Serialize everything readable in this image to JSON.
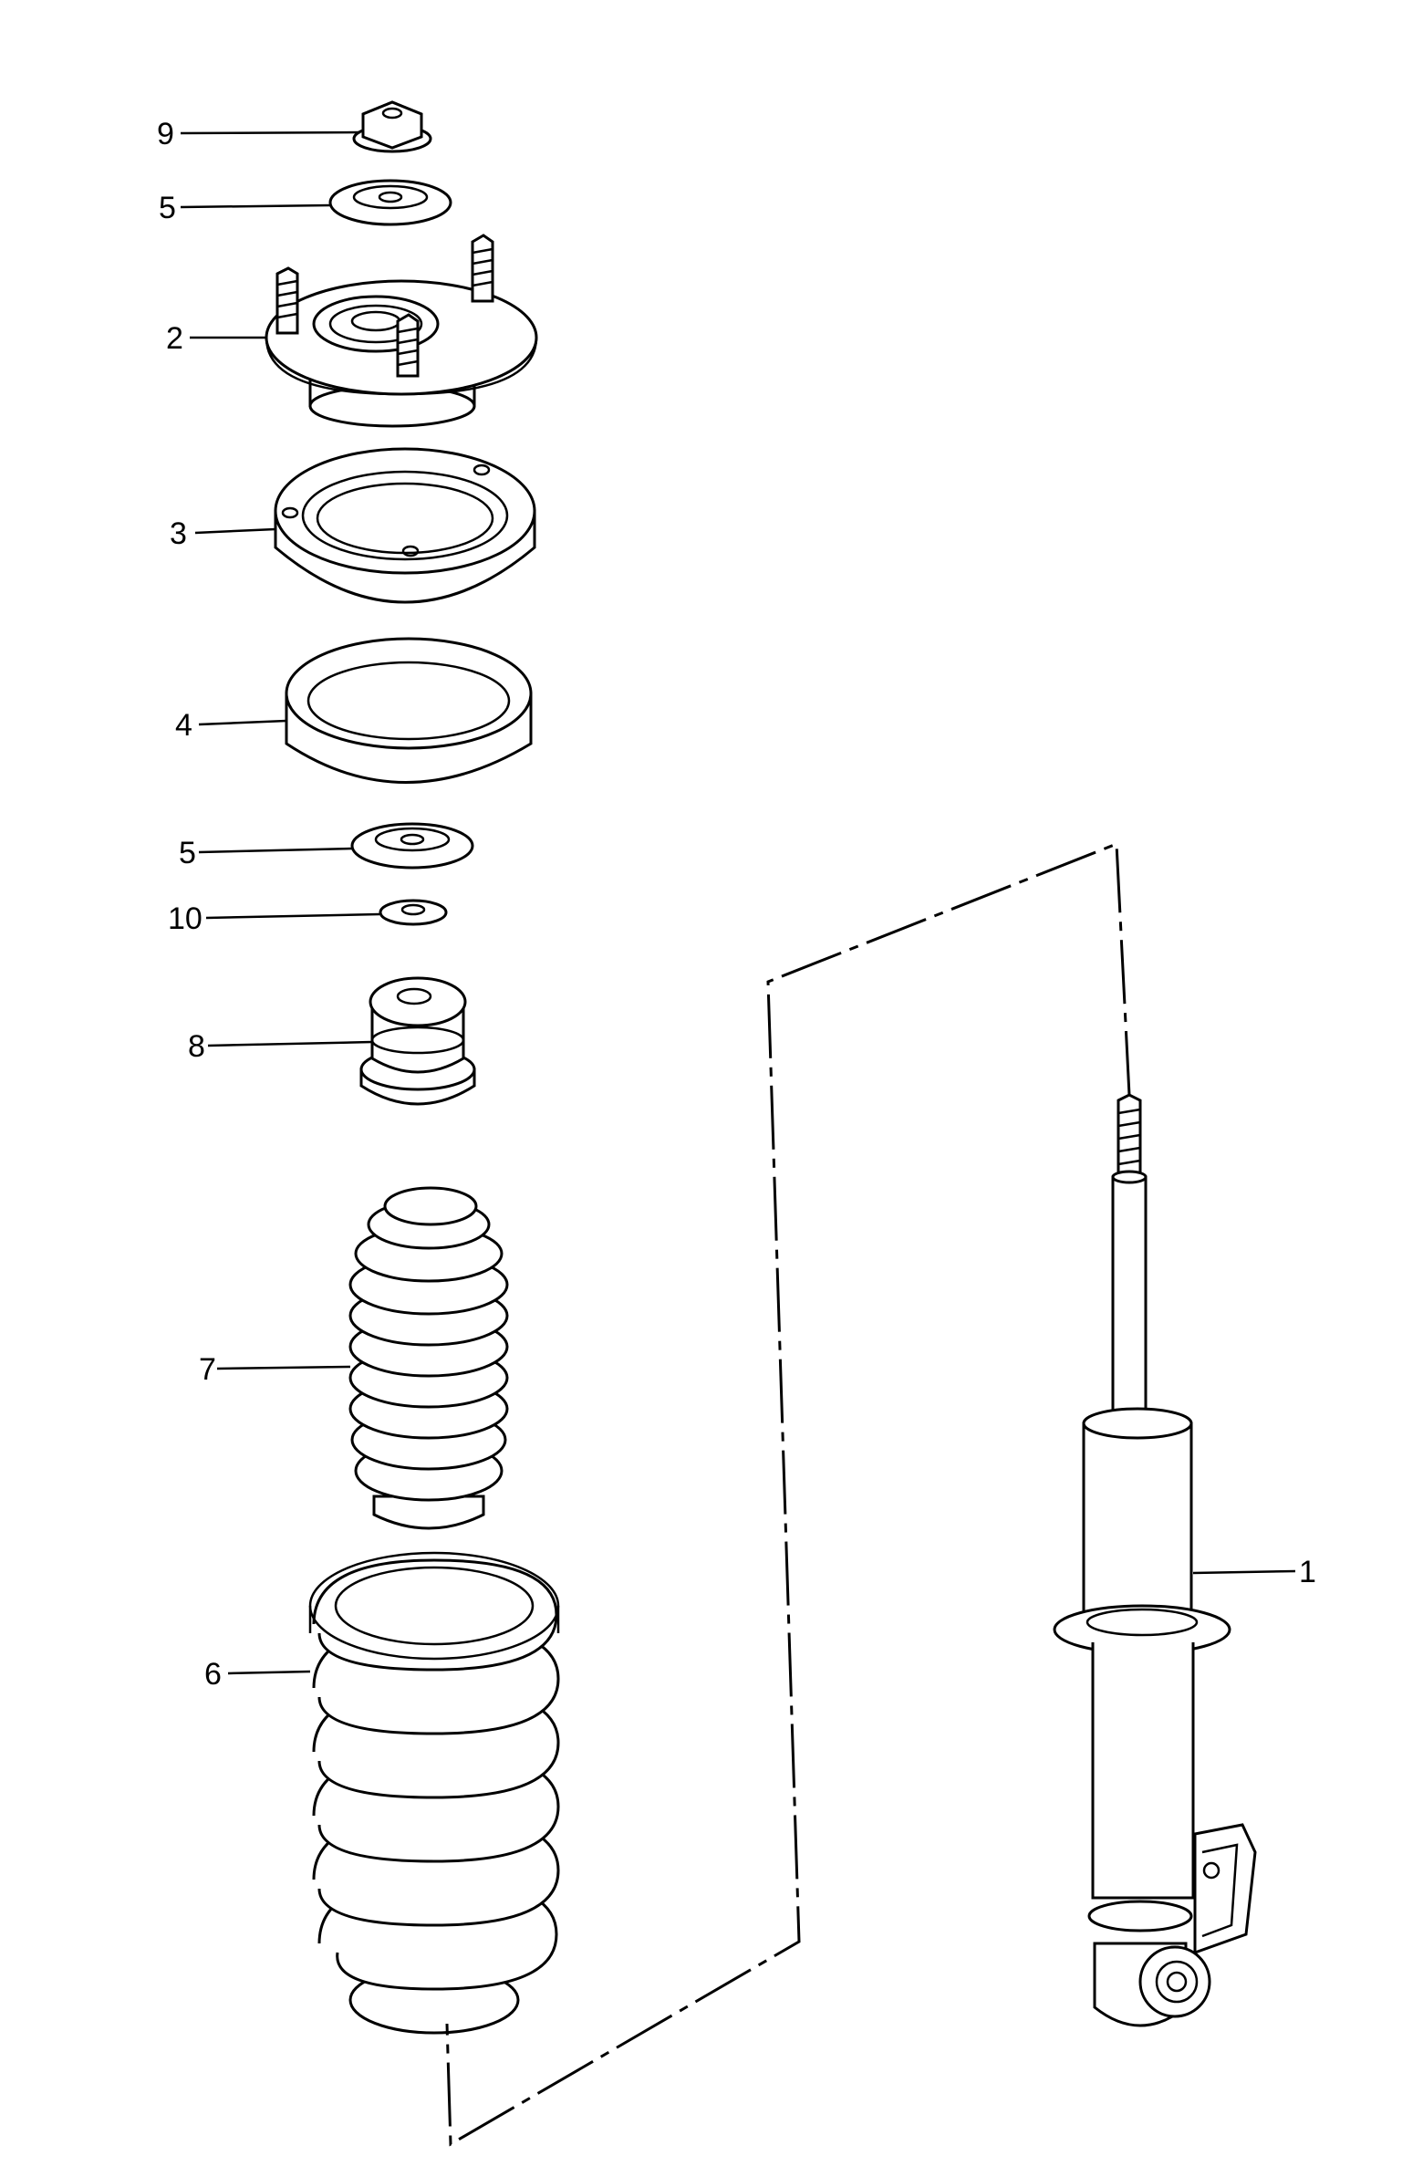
{
  "callouts": [
    {
      "id": "9",
      "label": "9"
    },
    {
      "id": "5a",
      "label": "5"
    },
    {
      "id": "2",
      "label": "2"
    },
    {
      "id": "3",
      "label": "3"
    },
    {
      "id": "4",
      "label": "4"
    },
    {
      "id": "5b",
      "label": "5"
    },
    {
      "id": "10",
      "label": "10"
    },
    {
      "id": "8",
      "label": "8"
    },
    {
      "id": "7",
      "label": "7"
    },
    {
      "id": "6",
      "label": "6"
    },
    {
      "id": "1",
      "label": "1"
    }
  ],
  "parts": {
    "9": "nut-icon",
    "5": "washer-icon",
    "2": "strut-mount-icon",
    "3": "spring-seat-upper-icon",
    "4": "spacer-ring-icon",
    "10": "small-washer-icon",
    "8": "bump-stop-icon",
    "7": "dust-boot-icon",
    "6": "coil-spring-icon",
    "1": "shock-absorber-icon"
  }
}
